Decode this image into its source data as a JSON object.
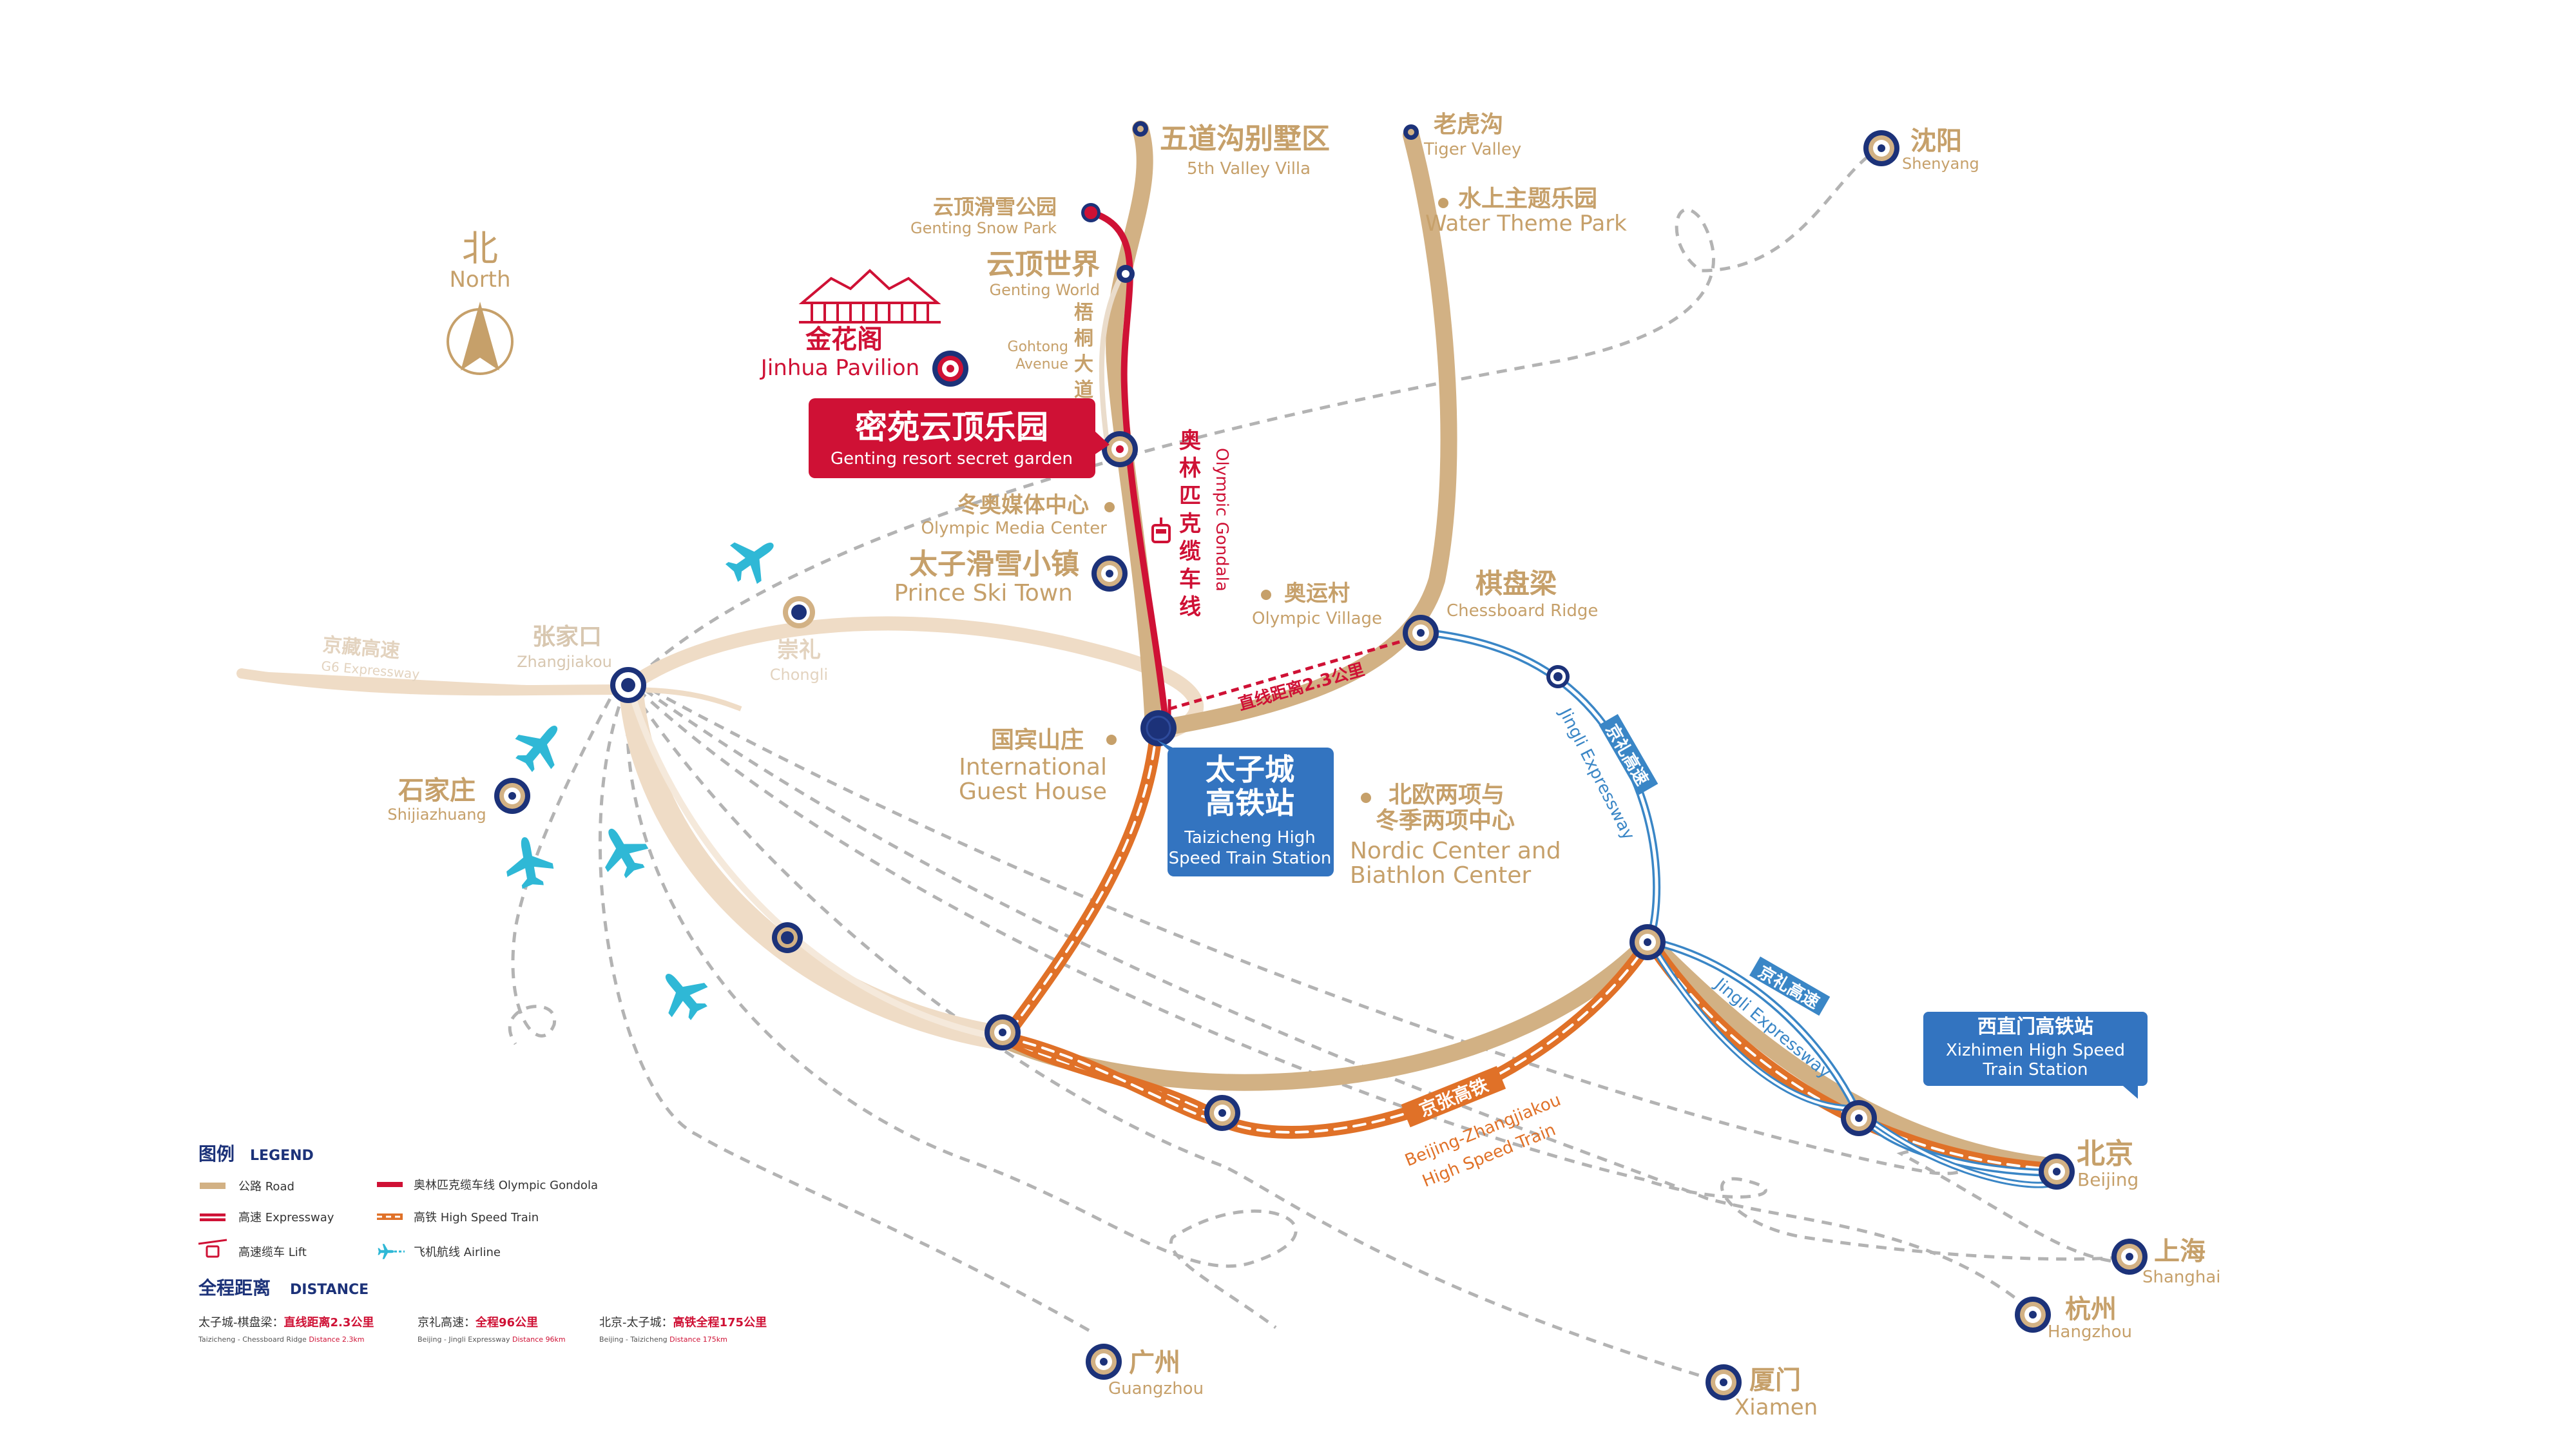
{
  "colors": {
    "road": "#d2b184",
    "road_light": "#efdcc6",
    "gondola": "#cf1135",
    "rail": "#e07128",
    "navy": "#1c3279",
    "blue": "#3374c0",
    "expressway_blue": "#3a86c6",
    "airline": "#2fb8d6",
    "gold_text": "#c6a06a",
    "red_text": "#cf1135",
    "grey_dash": "#b3b3b3"
  },
  "compass": {
    "zh": "北",
    "en": "North"
  },
  "places": {
    "wudaogou": {
      "zh": "五道沟别墅区",
      "en": "5th Valley Villa"
    },
    "laohugou": {
      "zh": "老虎沟",
      "en": "Tiger Valley"
    },
    "water_park": {
      "zh": "水上主题乐园",
      "en": "Water Theme Park"
    },
    "shenyang": {
      "zh": "沈阳",
      "en": "Shenyang"
    },
    "snow_park": {
      "zh": "云顶滑雪公园",
      "en": "Genting Snow Park"
    },
    "genting_world": {
      "zh": "云顶世界",
      "en": "Genting World"
    },
    "gohtong": {
      "zh": [
        "梧",
        "桐",
        "大",
        "道"
      ],
      "en1": "Gohtong",
      "en2": "Avenue"
    },
    "jinhua": {
      "zh": "金花阁",
      "en": "Jinhua Pavilion"
    },
    "secret_garden": {
      "zh": "密苑云顶乐园",
      "en": "Genting resort secret garden"
    },
    "media_center": {
      "zh": "冬奥媒体中心",
      "en": "Olympic Media Center"
    },
    "prince_ski": {
      "zh": "太子滑雪小镇",
      "en": "Prince Ski Town"
    },
    "gondola_label": {
      "zh": [
        "奥",
        "林",
        "匹",
        "克",
        "缆",
        "车",
        "线"
      ],
      "en": "Olympic Gondala"
    },
    "olympic_village": {
      "zh": "奥运村",
      "en": "Olympic Village"
    },
    "chessboard": {
      "zh": "棋盘梁",
      "en": "Chessboard Ridge"
    },
    "distance_tag": "直线距离2.3公里",
    "guest_house": {
      "zh": "国宾山庄",
      "en1": "International",
      "en2": "Guest House"
    },
    "station": {
      "zh1": "太子城",
      "zh2": "高铁站",
      "en1": "Taizicheng High",
      "en2": "Speed Train Station"
    },
    "nordic": {
      "zh1": "北欧两项与",
      "zh2": "冬季两项中心",
      "en1": "Nordic Center and",
      "en2": "Biathlon Center"
    },
    "zhangjiakou": {
      "zh": "张家口",
      "en": "Zhangjiakou"
    },
    "chongli": {
      "zh": "崇礼",
      "en": "Chongli"
    },
    "g6": {
      "zh": "京藏高速",
      "en": "G6 Expressway"
    },
    "shijiazhuang": {
      "zh": "石家庄",
      "en": "Shijiazhuang"
    },
    "jingli_a": {
      "zh": "京礼高速",
      "en": "Jingli Expressway"
    },
    "jingli_b": {
      "zh": "京礼高速",
      "en": "Jingli Expressway"
    },
    "jingzhang": {
      "zh": "京张高铁",
      "en1": "Beijing-Zhangjiakou",
      "en2": "High Speed Train"
    },
    "xizhimen": {
      "zh": "西直门高铁站",
      "en1": "Xizhimen High Speed",
      "en2": "Train Station"
    },
    "beijing": {
      "zh": "北京",
      "en": "Beijing"
    },
    "shanghai": {
      "zh": "上海",
      "en": "Shanghai"
    },
    "hangzhou": {
      "zh": "杭州",
      "en": "Hangzhou"
    },
    "xiamen": {
      "zh": "厦门",
      "en": "Xiamen"
    },
    "guangzhou": {
      "zh": "广州",
      "en": "Guangzhou"
    }
  },
  "legend": {
    "title_zh": "图例",
    "title_en": "LEGEND",
    "items": [
      {
        "zh": "公路",
        "en": "Road"
      },
      {
        "zh": "奥林匹克缆车线",
        "en": "Olympic Gondola"
      },
      {
        "zh": "高速",
        "en": "Expressway"
      },
      {
        "zh": "高铁",
        "en": "High Speed Train"
      },
      {
        "zh": "高速缆车",
        "en": "Lift"
      },
      {
        "zh": "飞机航线",
        "en": "Airline"
      }
    ]
  },
  "distance": {
    "title_zh": "全程距离",
    "title_en": "DISTANCE",
    "items": [
      {
        "zh": "太子城-棋盘梁：",
        "value": "直线距离2.3公里",
        "en": "Taizicheng - Chessboard Ridge",
        "en_value": "Distance 2.3km"
      },
      {
        "zh": "京礼高速：",
        "value": "全程96公里",
        "en": "Beijing - Jingli Expressway",
        "en_value": "Distance 96km"
      },
      {
        "zh": "北京-太子城：",
        "value": "高铁全程175公里",
        "en": "Beijing - Taizicheng",
        "en_value": "Distance 175km"
      }
    ]
  }
}
